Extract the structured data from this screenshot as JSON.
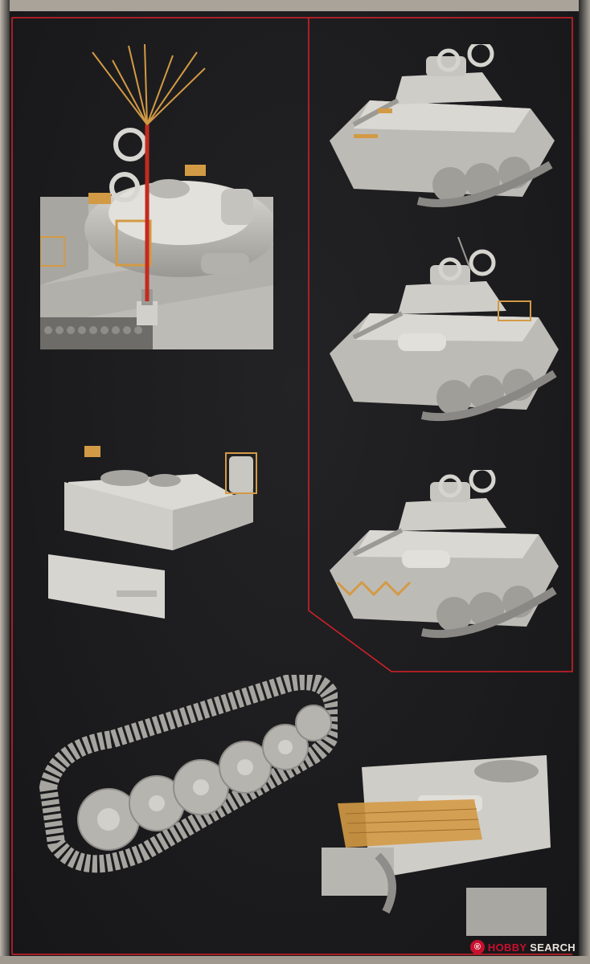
{
  "watermark": {
    "badge": "®",
    "brand": "HOBBY",
    "word": "SEARCH"
  },
  "colors": {
    "frame_red": "#d8202a",
    "model_grey": "#c9c7c2",
    "etch_brass": "#d39a45",
    "background": "#1b1b1d"
  },
  "panels": [
    {
      "name": "turret-antenna-closeup",
      "icon": "antenna-turret-render"
    },
    {
      "name": "tank-render-1",
      "icon": "tank-render"
    },
    {
      "name": "tank-render-2",
      "icon": "tank-render"
    },
    {
      "name": "tank-render-3",
      "icon": "tank-render"
    },
    {
      "name": "rear-hull-render",
      "icon": "rear-hull-render"
    },
    {
      "name": "track-run-render",
      "icon": "track-render"
    },
    {
      "name": "engine-deck-render",
      "icon": "engine-deck-render"
    }
  ]
}
